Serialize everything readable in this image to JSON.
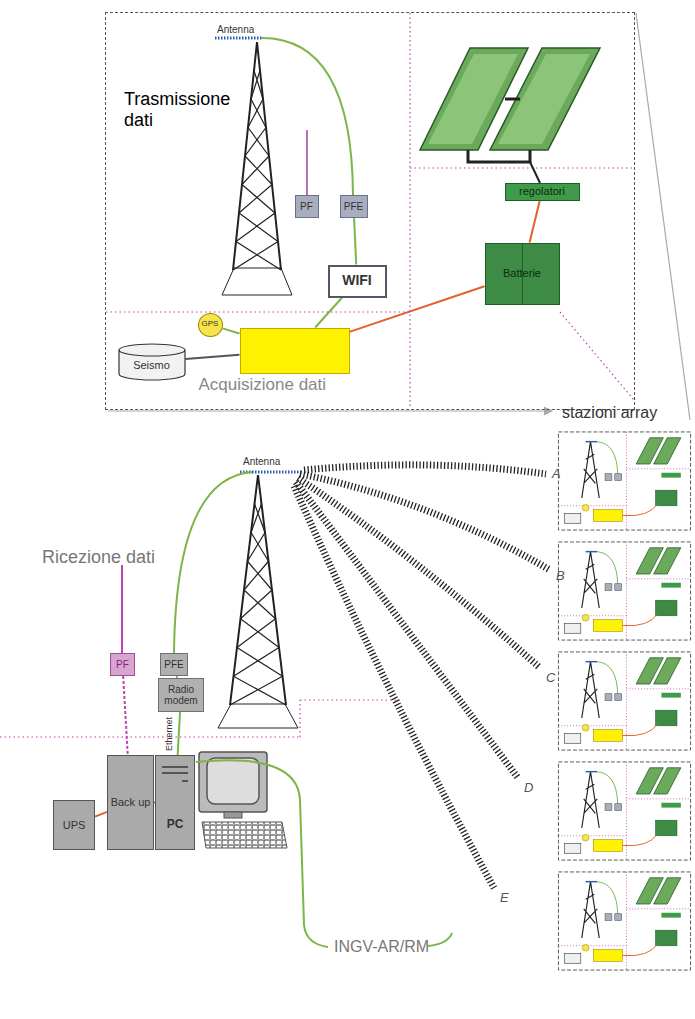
{
  "diagram": {
    "nodes": [
      {
        "text": [
          "Trasmissione dati"
        ]
      },
      {
        "text": [
          "PF"
        ],
        "in": 0
      },
      {
        "text": [
          "PFE"
        ],
        "in": 0
      },
      {
        "text": [
          "WIFI"
        ],
        "in": 0
      },
      {
        "text": [
          "regolatori"
        ],
        "in": 0
      },
      {
        "text": [
          "Batterie"
        ],
        "in": 0
      },
      {
        "text": [
          "GPS"
        ],
        "in": 0
      },
      {
        "text": [
          "Seismo"
        ],
        "in": 0
      },
      {
        "text": [
          "Acquisizione dati"
        ],
        "in": 0
      },
      {
        "text": [
          "PF"
        ]
      },
      {
        "text": [
          "PFE"
        ]
      },
      {
        "text": [
          "Radio modem"
        ]
      },
      {
        "text": [
          "UPS"
        ]
      },
      {
        "text": [
          "Back up"
        ]
      },
      {
        "text": [
          "PC"
        ]
      }
    ],
    "edges": [
      {
        "from": 2,
        "to": 3,
        "arrow": "none"
      },
      {
        "from": 3,
        "to": 8,
        "arrow": "none"
      },
      {
        "from": 6,
        "to": 8,
        "arrow": "none"
      },
      {
        "from": 7,
        "to": 8,
        "arrow": "none"
      },
      {
        "from": 8,
        "to": 5,
        "arrow": "none"
      },
      {
        "from": 4,
        "to": 5,
        "arrow": "none"
      },
      {
        "from": 10,
        "to": 11,
        "arrow": "none"
      },
      {
        "from": 11,
        "to": 14,
        "label": "Ethernet",
        "arrow": "none"
      },
      {
        "from": 9,
        "to": 13,
        "arrow": "none"
      },
      {
        "from": 12,
        "to": 13,
        "arrow": "none"
      },
      {
        "from": 13,
        "to": 14,
        "arrow": "none"
      }
    ],
    "labels": [
      "Antenna",
      "stazioni array",
      "Ricezione dati",
      "Antenna",
      "A",
      "B",
      "C",
      "D",
      "E",
      "INGV-AR/RM"
    ]
  }
}
